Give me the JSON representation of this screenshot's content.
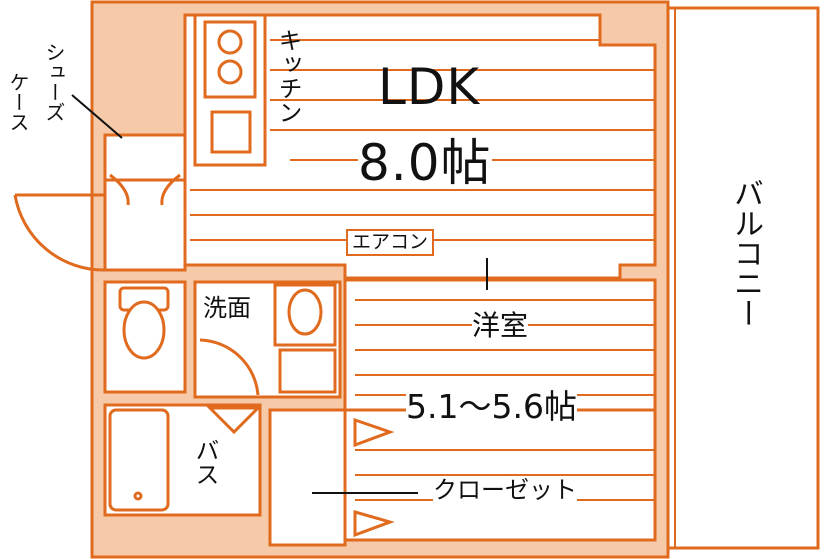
{
  "colors": {
    "wall": "#e06a1e",
    "fill": "#f6c9a8",
    "floor_line": "#e06a1e",
    "text": "#111111"
  },
  "rooms": {
    "kitchen": "キッチン",
    "ldk_name": "LDK",
    "ldk_size": "8.0帖",
    "aircon": "エアコン",
    "western_name": "洋室",
    "western_size": "5.1～5.6帖",
    "closet": "クローゼット",
    "washroom": "洗面",
    "bath": "バス",
    "shoe_case_line1": "シューズ",
    "shoe_case_line2": "ケース",
    "balcony": "バルコニー"
  }
}
